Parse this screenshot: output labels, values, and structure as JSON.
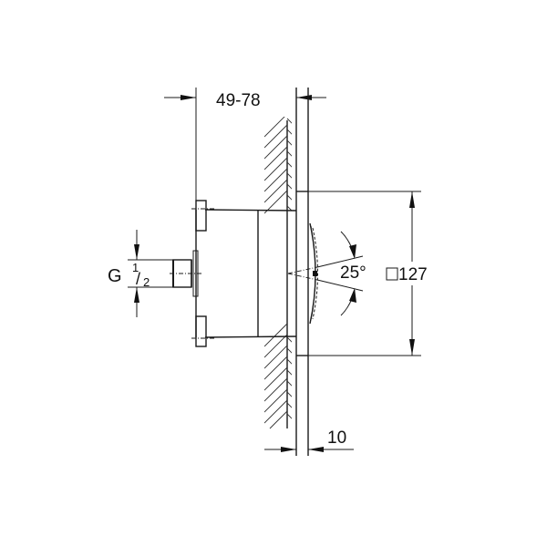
{
  "drawing": {
    "title": "Shower head technical dimension drawing",
    "dimensions": {
      "installation_depth": "49-78",
      "thread_prefix": "G",
      "thread_numerator": "1",
      "thread_denominator": "2",
      "spray_angle": "25°",
      "plate_size_symbol": "□",
      "plate_size": "127",
      "plate_thickness": "10"
    },
    "colors": {
      "line": "#1a1a1a",
      "background": "#ffffff"
    }
  }
}
